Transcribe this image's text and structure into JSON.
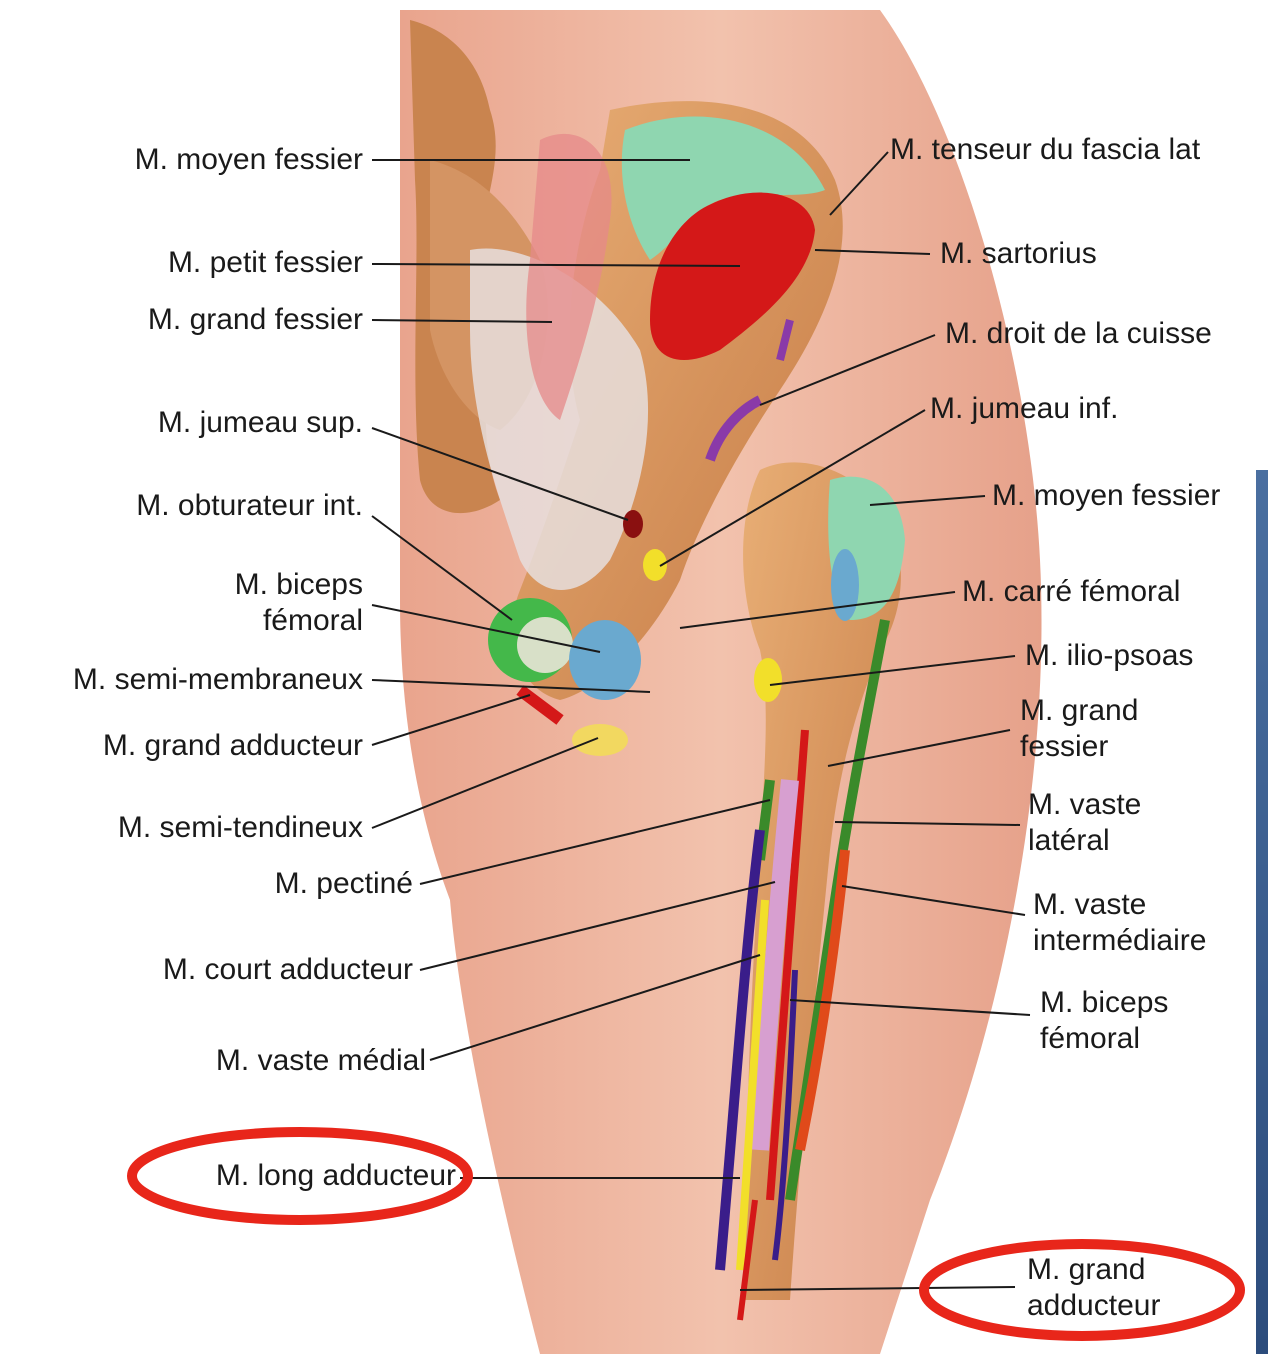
{
  "labels_left": [
    "M. moyen fessier",
    "M. petit fessier",
    "M. grand fessier",
    "M. jumeau sup.",
    "M. obturateur int.",
    [
      "M. biceps",
      "fémoral"
    ],
    "M. semi-membraneux",
    "M. grand adducteur",
    "M. semi-tendineux",
    "M. pectiné",
    "M. court adducteur",
    "M. vaste médial",
    "M. long adducteur"
  ],
  "labels_right": [
    "M. tenseur du fascia lat",
    "M. sartorius",
    "M. droit de la cuisse",
    "M. jumeau inf.",
    "M. moyen fessier",
    "M. carré fémoral",
    "M. ilio-psoas",
    [
      "M. grand",
      "fessier"
    ],
    [
      "M. vaste",
      "latéral"
    ],
    [
      "M. vaste",
      "intermédiaire"
    ],
    [
      "M. biceps",
      "fémoral"
    ],
    [
      "M. grand",
      "adducteur"
    ]
  ],
  "colors": {
    "skin": "#eab39c",
    "bone": "#d9955e",
    "highlight_circle": "#e8261a",
    "green_pale": "#8fd6b0",
    "red": "#d41818",
    "blue": "#6aa9cf",
    "yellow": "#f2df2a",
    "purple": "#8a3aa8",
    "navy": "#3a1d8a",
    "dark_green": "#3a8a2a",
    "orange_red": "#e04a1a",
    "pink": "#d79fd0"
  }
}
